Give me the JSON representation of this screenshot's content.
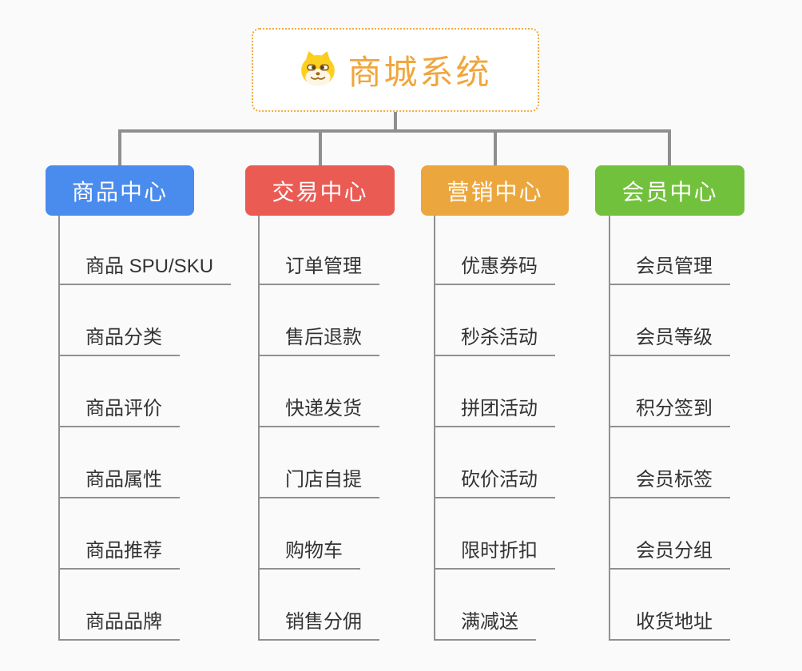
{
  "root": {
    "title": "商城系统",
    "icon": "dog-face-icon"
  },
  "colors": {
    "background": "#fafafa",
    "connector": "#8f8f8f",
    "item_line": "#909090",
    "item_text": "#333333",
    "root_border": "#f3ab3f",
    "root_text": "#f0a63c"
  },
  "branches": [
    {
      "label": "商品中心",
      "color": "#4a8bee",
      "items": [
        "商品 SPU/SKU",
        "商品分类",
        "商品评价",
        "商品属性",
        "商品推荐",
        "商品品牌"
      ]
    },
    {
      "label": "交易中心",
      "color": "#ea5b54",
      "items": [
        "订单管理",
        "售后退款",
        "快递发货",
        "门店自提",
        "购物车",
        "销售分佣"
      ]
    },
    {
      "label": "营销中心",
      "color": "#eba73d",
      "items": [
        "优惠券码",
        "秒杀活动",
        "拼团活动",
        "砍价活动",
        "限时折扣",
        "满减送"
      ]
    },
    {
      "label": "会员中心",
      "color": "#72c13c",
      "items": [
        "会员管理",
        "会员等级",
        "积分签到",
        "会员标签",
        "会员分组",
        "收货地址"
      ]
    }
  ]
}
